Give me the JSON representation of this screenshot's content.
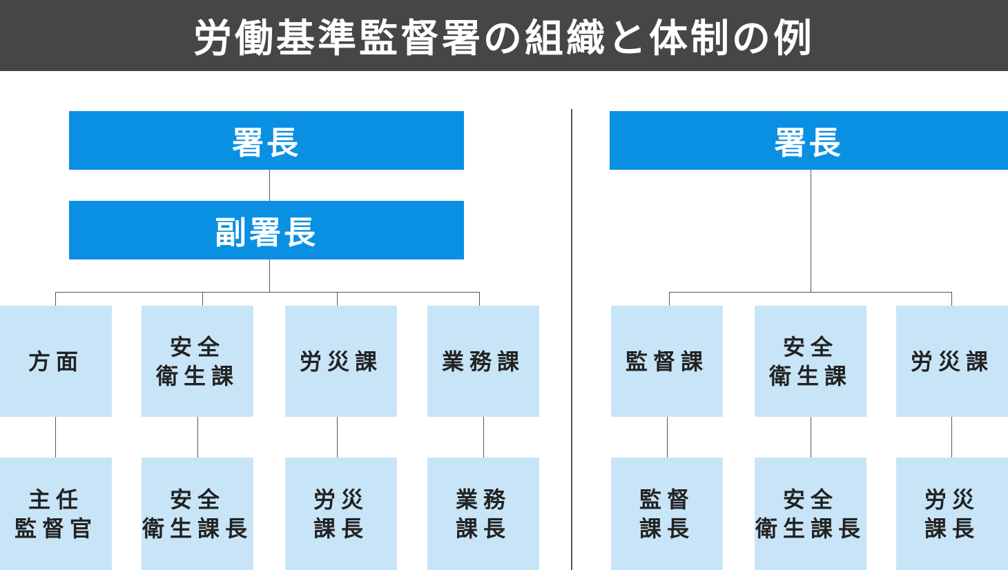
{
  "title": "労働基準監督署の組織と体制の例",
  "left": {
    "chief": "署長",
    "deputy": "副署長",
    "departments": [
      "方面",
      "安全\n衛生課",
      "労災課",
      "業務課"
    ],
    "heads": [
      "主任\n監督官",
      "安全\n衛生課長",
      "労災\n課長",
      "業務\n課長"
    ]
  },
  "right": {
    "chief": "署長",
    "departments": [
      "監督課",
      "安全\n衛生課",
      "労災課"
    ],
    "heads": [
      "監督\n課長",
      "安全\n衛生課長",
      "労災\n課長"
    ]
  },
  "colors": {
    "title_bg": "#474645",
    "head_box": "#0a90e2",
    "dept_box": "#c8e5f8",
    "line": "#555555"
  }
}
